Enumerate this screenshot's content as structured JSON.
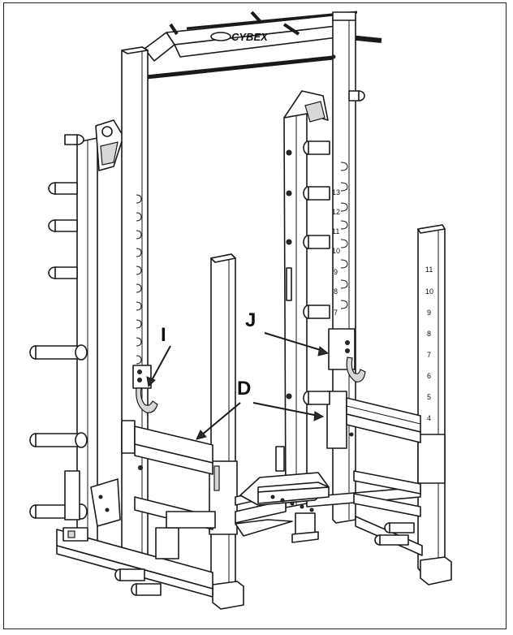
{
  "brand": "CYBEX",
  "callouts": {
    "i": "I",
    "j": "J",
    "d": "D"
  },
  "right_upright_numbers": [
    "13",
    "12",
    "11",
    "10",
    "9",
    "8",
    "7"
  ],
  "front_upright_numbers": [
    "11",
    "10",
    "9",
    "8",
    "7",
    "6",
    "5",
    "4"
  ],
  "colors": {
    "line": "#1a1a1a",
    "background": "#ffffff"
  }
}
